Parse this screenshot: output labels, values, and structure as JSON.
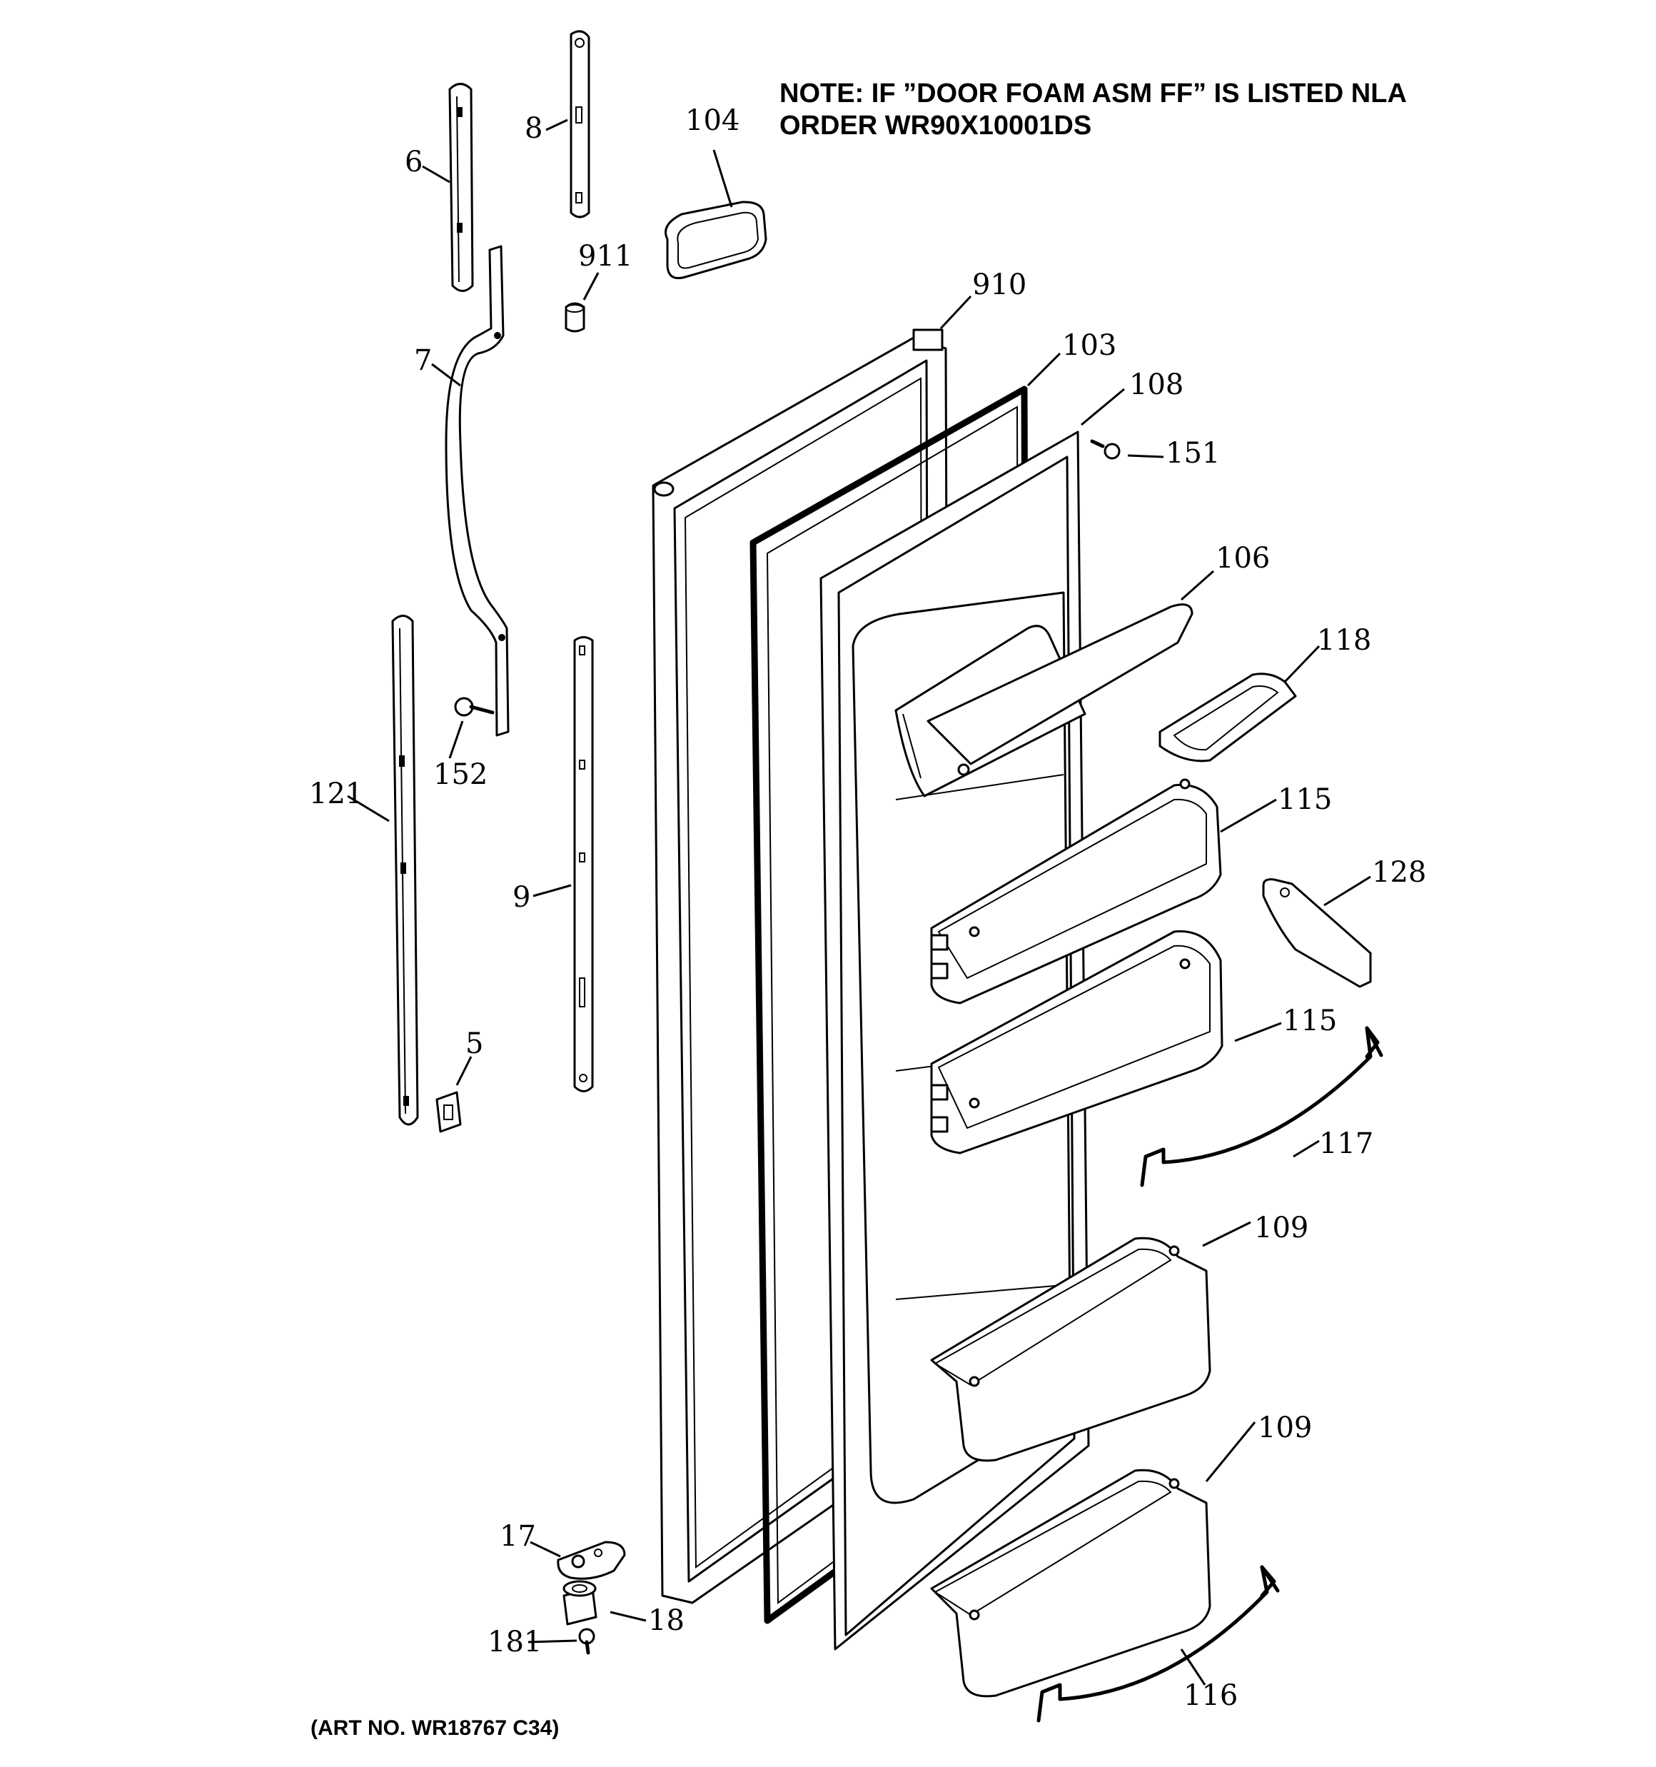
{
  "note": {
    "line1": "NOTE: IF ”DOOR FOAM ASM FF” IS LISTED NLA",
    "line2": "ORDER WR90X10001DS"
  },
  "art_number": "(ART NO. WR18767 C34)",
  "callouts": {
    "c5": "5",
    "c6": "6",
    "c7": "7",
    "c8": "8",
    "c9": "9",
    "c17": "17",
    "c18": "18",
    "c103": "103",
    "c104": "104",
    "c106": "106",
    "c108": "108",
    "c109a": "109",
    "c109b": "109",
    "c115a": "115",
    "c115b": "115",
    "c116": "116",
    "c117": "117",
    "c118": "118",
    "c121": "121",
    "c128": "128",
    "c151": "151",
    "c152": "152",
    "c181": "181",
    "c910": "910",
    "c911": "911"
  }
}
